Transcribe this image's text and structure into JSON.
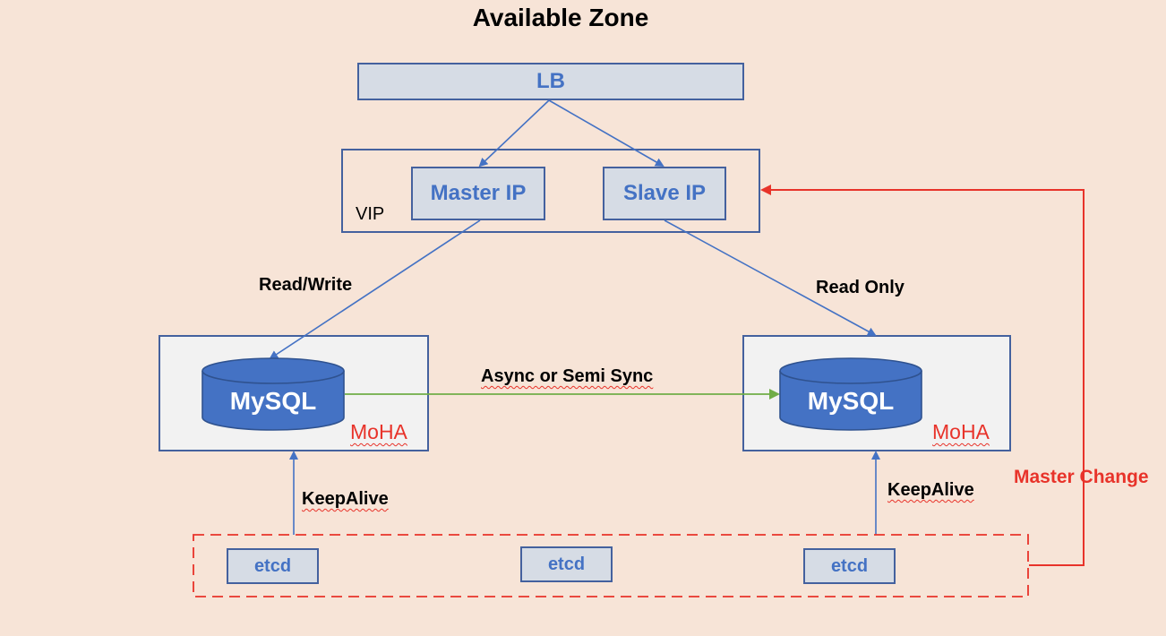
{
  "title": "Available Zone",
  "lb": {
    "label": "LB"
  },
  "vip": {
    "label": "VIP",
    "master_ip": "Master IP",
    "slave_ip": "Slave IP"
  },
  "connections": {
    "read_write": "Read/Write",
    "read_only": "Read Only",
    "replication": "Async or Semi Sync",
    "keepalive_left": "KeepAlive",
    "keepalive_right": "KeepAlive",
    "master_change": "Master Change"
  },
  "nodes": {
    "left": {
      "db": "MySQL",
      "agent": "MoHA"
    },
    "right": {
      "db": "MySQL",
      "agent": "MoHA"
    }
  },
  "etcd": [
    "etcd",
    "etcd",
    "etcd"
  ],
  "colors": {
    "background": "#f7e4d7",
    "box_fill": "#d6dce5",
    "border_blue": "#44619e",
    "text_blue": "#4472c4",
    "db_fill": "#4472c4",
    "arrow_blue": "#4472c4",
    "arrow_green": "#70ad47",
    "accent_red": "#e8332a"
  }
}
